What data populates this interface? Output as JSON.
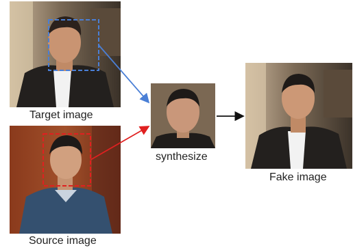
{
  "labels": {
    "target": "Target image",
    "source": "Source image",
    "synth": "synthesize",
    "fake": "Fake image"
  },
  "colors": {
    "target_box": "#4a7fd6",
    "source_box": "#e02020",
    "arrow_out": "#111111"
  }
}
